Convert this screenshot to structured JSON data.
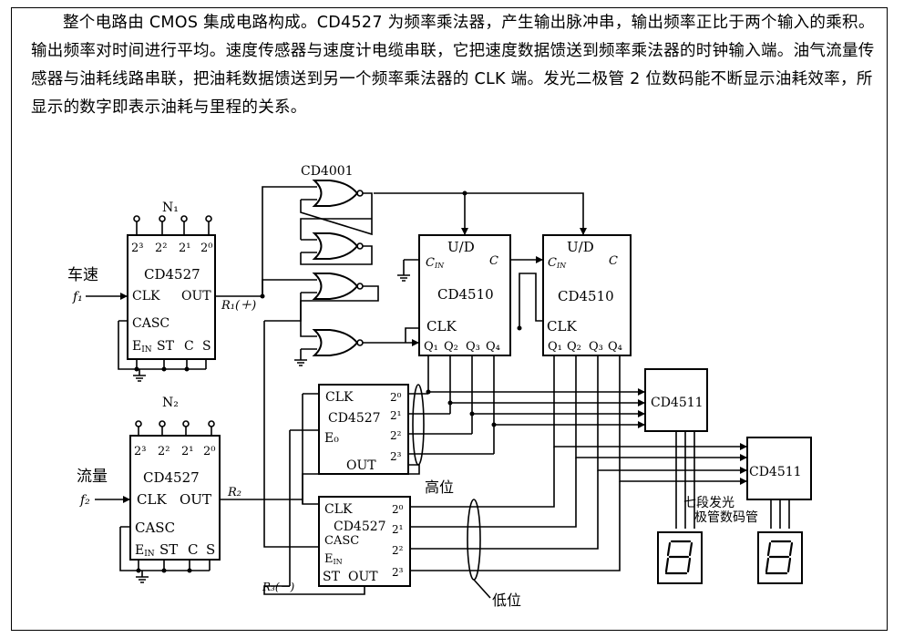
{
  "description": "整个电路由 CMOS 集成电路构成。CD4527 为频率乘法器，产生输出脉冲串，输出频率正比于两个输入的乘积。输出频率对时间进行平均。速度传感器与速度计电缆串联，它把速度数据馈送到频率乘法器的时钟输入端。油气流量传感器与油耗线路串联，把油耗数据馈送到另一个频率乘法器的 CLK 端。发光二极管 2 位数码能不断显示油耗效率，所显示的数字即表示油耗与里程的关系。",
  "labels": {
    "cd4001": "CD4001",
    "n1": "N₁",
    "n2": "N₂",
    "speed": "车速",
    "f1": "f₁",
    "flow": "流量",
    "f2": "f₂",
    "r1": "R₁(＋)",
    "r2": "R₂",
    "r3": "R₃(－)",
    "high": "高位",
    "low": "低位",
    "display": "七段发光",
    "display2": "极管数码管",
    "digit": "8"
  },
  "chips": {
    "cd4527": "CD4527",
    "cd4510": "CD4510",
    "cd4511": "CD4511"
  },
  "pins": {
    "p23": "2³",
    "p22": "2²",
    "p21": "2¹",
    "p20": "2⁰",
    "clk": "CLK",
    "out": "OUT",
    "casc": "CASC",
    "ein": "E",
    "ein_sub": "IN",
    "st": "ST",
    "c": "C",
    "s": "S",
    "e0": "E₀",
    "ud": "U/D",
    "cin": "C",
    "cin_sub": "IN",
    "co": "C",
    "q1": "Q₁",
    "q2": "Q₂",
    "q3": "Q₃",
    "q4": "Q₄"
  }
}
